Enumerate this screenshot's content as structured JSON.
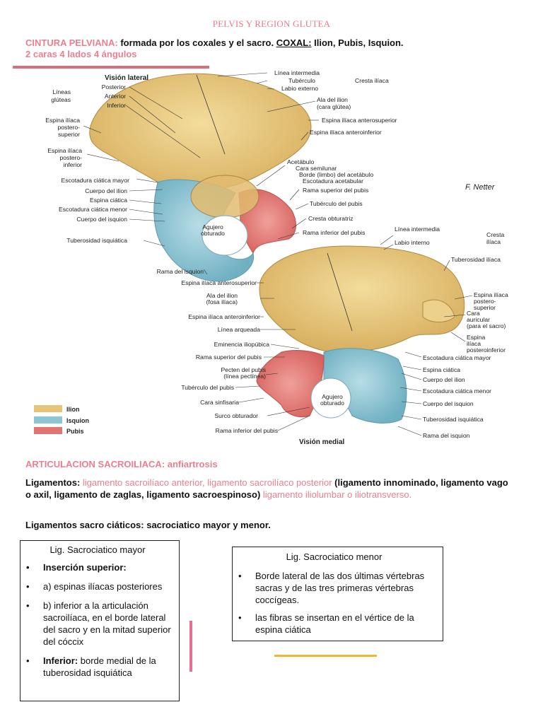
{
  "title": "PELVIS Y REGION GLUTEA",
  "intro": {
    "cintura_label": "CINTURA PELVIANA:",
    "cintura_text": " formada por los coxales y el sacro.  ",
    "coxal_label": "COXAL:",
    "coxal_text": " Ilion, Pubis, Isquion.",
    "line2": "2 caras 4 lados 4 ángulos"
  },
  "figure": {
    "lateral_heading": "Visión lateral",
    "medial_heading": "Visión medial",
    "signature": "F. Netter",
    "lateral_left": [
      "Posterior",
      "Anterior",
      "Inferior",
      "Líneas",
      "glúteas",
      "Espina ilíaca",
      "postero-",
      "superior",
      "Espina ilíaca",
      "postero-",
      "inferior",
      "Escotadura ciática mayor",
      "Cuerpo del ilion",
      "Espina ciática",
      "Escotadura ciática menor",
      "Cuerpo del isquion",
      "Tuberosidad isquiática",
      "Rama del isquion"
    ],
    "lateral_right": [
      "Línea intermedia",
      "Tubérculo",
      "Labio externo",
      "Cresta ilíaca",
      "Ala del ilion",
      "(cara glútea)",
      "Espina ilíaca anterosuperior",
      "Espina ilíaca anteroinferior",
      "Acetábulo",
      "Cara semilunar",
      "Borde (limbo) del acetábulo",
      "Escotadura acetabular",
      "Rama superior del pubis",
      "Tubérculo del pubis",
      "Cresta obturatriz",
      "Rama inferior del pubis",
      "Agujero",
      "obturado"
    ],
    "medial_left": [
      "Espina ilíaca anterosuperior",
      "Ala del ilion",
      "(fosa ilíaca)",
      "Espina ilíaca anteroinferior",
      "Línea arqueada",
      "Eminencia iliopúbica",
      "Rama superior del pubis",
      "Pecten del pubis",
      "(línea pectínea)",
      "Tubérculo del pubis",
      "Cara sinfisaria",
      "Surco obturador",
      "Rama inferior del pubis"
    ],
    "medial_right": [
      "Línea intermedia",
      "Labio interno",
      "Cresta",
      "ilíaca",
      "Tuberosidad ilíaca",
      "Espina ilíaca",
      "postero-",
      "superior",
      "Cara",
      "auricular",
      "(para el sacro)",
      "Espina",
      "ilíaca",
      "posteroinferior",
      "Escotadura ciática mayor",
      "Espina ciática",
      "Cuerpo del ilion",
      "Escotadura ciática menor",
      "Cuerpo del isquion",
      "Tuberosidad isquiática",
      "Rama del isquion",
      "Agujero",
      "obturado"
    ],
    "legend": [
      {
        "label": "Ilion",
        "color": "#e6c478"
      },
      {
        "label": "Isquion",
        "color": "#8ec5d3"
      },
      {
        "label": "Pubis",
        "color": "#e07470"
      }
    ]
  },
  "articulacion": {
    "label": "ARTICULACION SACROILIACA: anfiartrosis"
  },
  "ligamentos": {
    "label": "Ligamentos: ",
    "p1": "ligamento sacroilíaco anterior, ligamento sacroilíaco posterior",
    "p2": " (ligamento innominado, ligamento vago o axil, ligamento de zaglas, ligamento sacroespinoso) ",
    "p3": "ligamento iliolumbar o iliotransverso."
  },
  "sacrociaticos": "Ligamentos sacro ciáticos: sacrociatico mayor y menor.",
  "box_mayor": {
    "heading": "Lig. Sacrociatico mayor",
    "insercion_superior": "Inserción superior:",
    "item_a": "a) espinas ilíacas posteriores",
    "item_b": "b) inferior a la articulación sacroilíaca, en el borde lateral del sacro y en la mitad superior del cóccix",
    "inferior_label": "Inferior:",
    "inferior_text": " borde medial de la tuberosidad isquiática"
  },
  "box_menor": {
    "heading": "Lig. Sacrociatico menor",
    "item_1": "Borde lateral de las dos últimas vértebras sacras y de las tres primeras vértebras coccígeas.",
    "item_2": " las fibras se insertan en el vértice de la espina ciática"
  },
  "bullet": "•"
}
